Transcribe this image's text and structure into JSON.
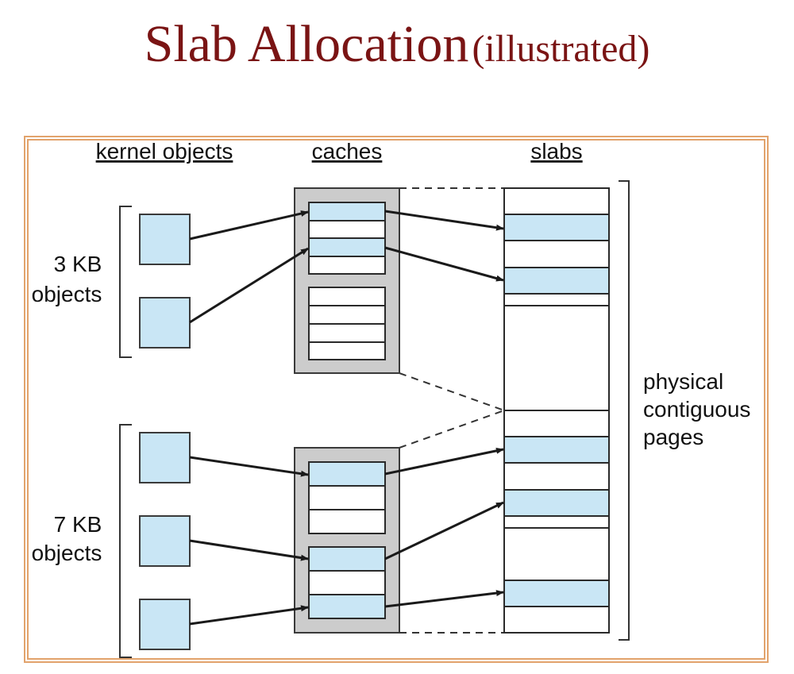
{
  "title": {
    "main": "Slab Allocation",
    "sub": "(illustrated)"
  },
  "columns": {
    "kernel_objects": "kernel objects",
    "caches": "caches",
    "slabs": "slabs"
  },
  "groups": [
    {
      "label_line1": "3 KB",
      "label_line2": "objects"
    },
    {
      "label_line1": "7 KB",
      "label_line2": "objects"
    }
  ],
  "pages_label": {
    "line1": "physical",
    "line2": "contiguous",
    "line3": "pages"
  },
  "colors": {
    "title": "#7a1414",
    "object_fill": "#c9e6f5",
    "cache_fill": "#cccccc",
    "frame": "#e2a36c"
  }
}
